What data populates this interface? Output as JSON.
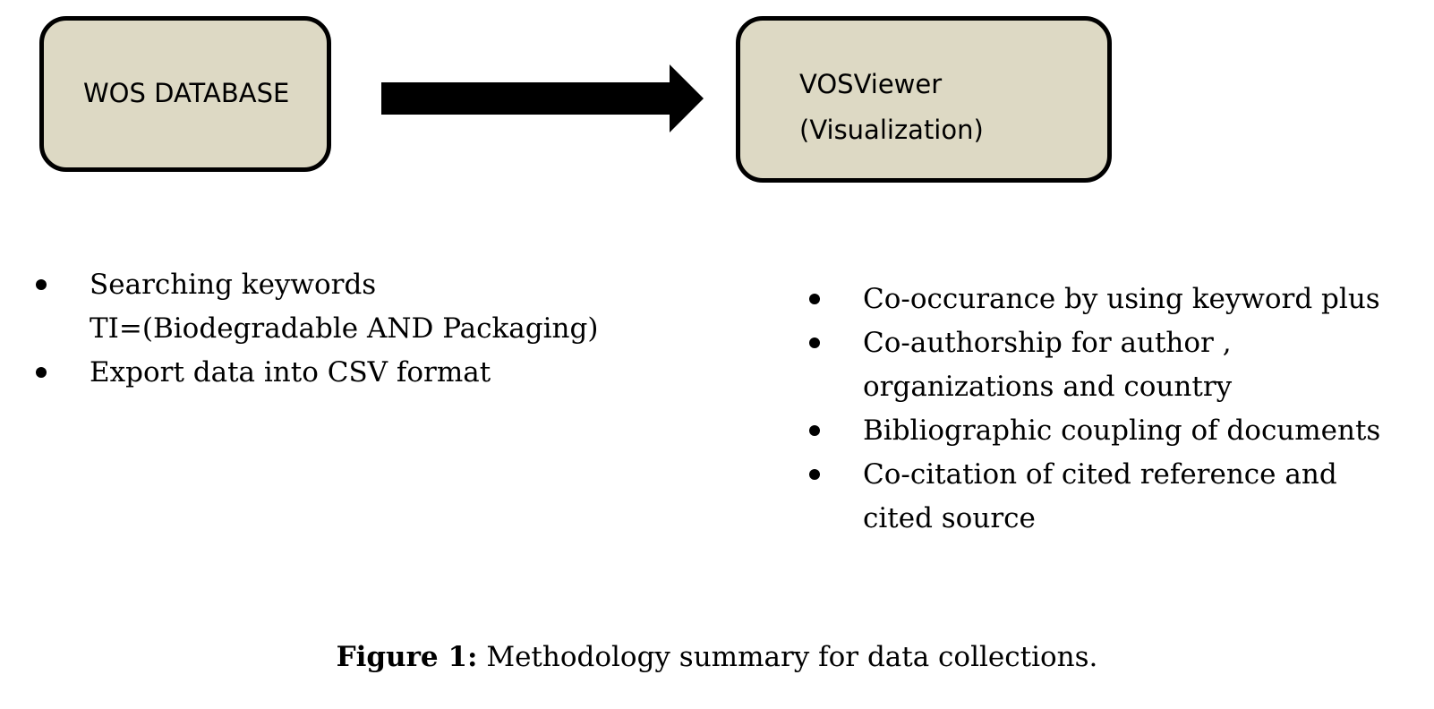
{
  "diagram": {
    "source_box": {
      "label": "WOS DATABASE"
    },
    "target_box": {
      "label_line1": "VOSViewer",
      "label_line2": "(Visualization)"
    },
    "colors": {
      "box_fill": "#ddd9c4",
      "box_border": "#000000",
      "arrow": "#000000"
    },
    "icons": {
      "flow_arrow": "right-arrow-icon",
      "bullet": "bullet-dot-icon"
    }
  },
  "left_steps": {
    "items": [
      {
        "line1": "Searching keywords",
        "line2": "TI=(Biodegradable AND Packaging)"
      },
      {
        "line1": "Export data into CSV format"
      }
    ]
  },
  "right_steps": {
    "items": [
      {
        "line1": "Co-occurance by using keyword plus"
      },
      {
        "line1": "Co-authorship for author ,",
        "line2": "organizations and country"
      },
      {
        "line1": "Bibliographic coupling of documents"
      },
      {
        "line1": "Co-citation of cited reference and",
        "line2": "cited source"
      }
    ]
  },
  "caption": {
    "label": "Figure 1:",
    "text": "Methodology summary for data collections."
  }
}
